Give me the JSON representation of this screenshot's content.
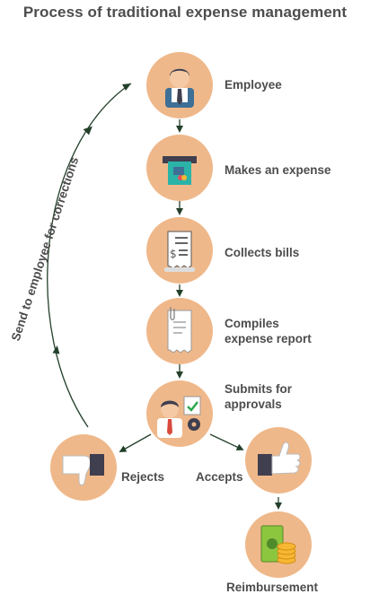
{
  "title": "Process of traditional expense management",
  "steps": {
    "employee": "Employee",
    "expense": "Makes an expense",
    "bills": "Collects bills",
    "compile_1": "Compiles",
    "compile_2": "expense report",
    "submit_1": "Submits for",
    "submit_2": "approvals",
    "rejects": "Rejects",
    "accepts": "Accepts",
    "reimburse": "Reimbursement"
  },
  "loop_label": "Send to employee for corrections",
  "colors": {
    "circle": "#efb88a",
    "arrow": "#23402a",
    "text": "#4d4d4d"
  },
  "icons": [
    "employee-icon",
    "atm-card-icon",
    "bill-receipt-icon",
    "report-document-icon",
    "approver-icon",
    "thumbs-down-icon",
    "thumbs-up-icon",
    "money-coins-icon"
  ]
}
